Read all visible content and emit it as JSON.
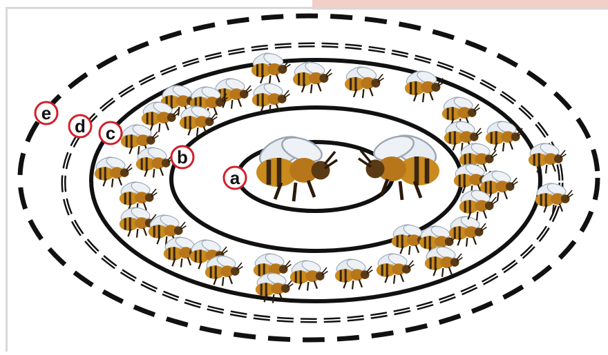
{
  "labels": [
    {
      "key": "a",
      "text": "a"
    },
    {
      "key": "b",
      "text": "b"
    },
    {
      "key": "c",
      "text": "c"
    },
    {
      "key": "d",
      "text": "d"
    },
    {
      "key": "e",
      "text": "e"
    }
  ],
  "colors": {
    "ring": "#111111",
    "label_border": "#d0202a",
    "bee_body": "#c98a1e",
    "bee_stripe": "#3a2612",
    "bee_wing": "#e6ecf2",
    "frame": "#d9d9d9",
    "accent_tab": "#f2cfc6"
  },
  "icons": {
    "bee": "honeybee-icon",
    "center_bees": "two-honeybees-icon"
  }
}
